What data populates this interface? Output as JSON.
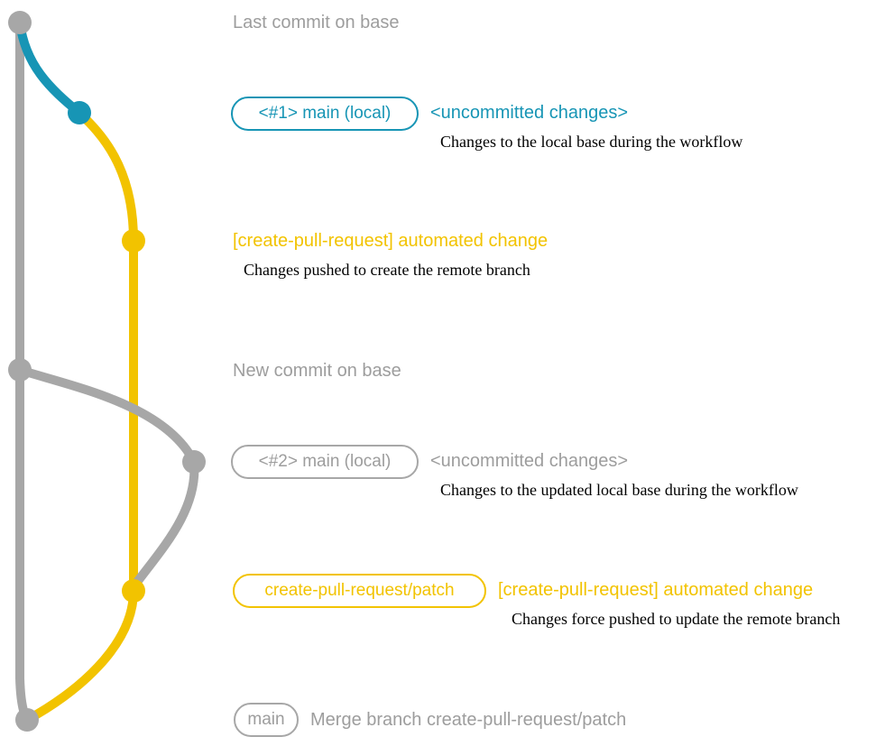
{
  "colors": {
    "gray": "#a7a7a7",
    "gray-text": "#9d9d9d",
    "blue": "#1795b5",
    "yellow": "#f2c300",
    "desc": "#000000"
  },
  "annotations": {
    "last_commit_on_base": "Last commit on base",
    "new_commit_on_base": "New commit on base"
  },
  "rows": {
    "local1": {
      "badge": "<#1> main (local)",
      "title": "<uncommitted changes>",
      "description": "Changes to the local base during the workflow"
    },
    "push1": {
      "title": "[create-pull-request] automated change",
      "description": "Changes pushed to create the remote branch"
    },
    "local2": {
      "badge": "<#2> main (local)",
      "title": "<uncommitted changes>",
      "description": "Changes to the updated local base during the workflow"
    },
    "push2": {
      "badge": "create-pull-request/patch",
      "title": "[create-pull-request] automated change",
      "description": "Changes force pushed to update the remote branch"
    },
    "merge": {
      "badge": "main",
      "title": "Merge branch create-pull-request/patch"
    }
  },
  "graph": {
    "branches": [
      "base",
      "main-local-1",
      "create-pull-request/patch",
      "main-local-2"
    ],
    "node_colors": [
      "gray",
      "blue",
      "yellow",
      "gray",
      "gray",
      "yellow",
      "gray"
    ]
  }
}
